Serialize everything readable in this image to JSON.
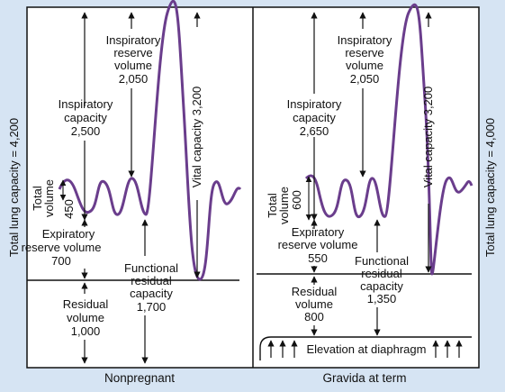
{
  "colors": {
    "background": "#d6e4f3",
    "panel": "#ffffff",
    "ink": "#111111",
    "curve": "#6a3d8c"
  },
  "panels": {
    "nonpregnant": {
      "caption": "Nonpregnant",
      "side_label": "Total lung capacity = 4,200",
      "vital_capacity": "Vital capacity 3,200",
      "tidal": {
        "line1": "Total",
        "line2": "volume",
        "value": "450"
      },
      "inspiratory_capacity": {
        "line1": "Inspiratory",
        "line2": "capacity",
        "value": "2,500"
      },
      "inspiratory_reserve": {
        "line1": "Inspiratory",
        "line2": "reserve",
        "line3": "volume",
        "value": "2,050"
      },
      "expiratory_reserve": {
        "line1": "Expiratory",
        "line2": "reserve volume",
        "value": "700"
      },
      "functional_residual": {
        "line1": "Functional",
        "line2": "residual",
        "line3": "capacity",
        "value": "1,700"
      },
      "residual": {
        "line1": "Residual",
        "line2": "volume",
        "value": "1,000"
      }
    },
    "term": {
      "caption": "Gravida at term",
      "side_label": "Total lung capacity = 4,000",
      "vital_capacity": "Vital capacity 3,200",
      "tidal": {
        "line1": "Total",
        "line2": "volume",
        "value": "600"
      },
      "inspiratory_capacity": {
        "line1": "Inspiratory",
        "line2": "capacity",
        "value": "2,650"
      },
      "inspiratory_reserve": {
        "line1": "Inspiratory",
        "line2": "reserve",
        "line3": "volume",
        "value": "2,050"
      },
      "expiratory_reserve": {
        "line1": "Expiratory",
        "line2": "reserve volume",
        "value": "550"
      },
      "functional_residual": {
        "line1": "Functional",
        "line2": "residual",
        "line3": "capacity",
        "value": "1,350"
      },
      "residual": {
        "line1": "Residual",
        "line2": "volume",
        "value": "800"
      },
      "diaphragm": "Elevation at diaphragm"
    }
  }
}
